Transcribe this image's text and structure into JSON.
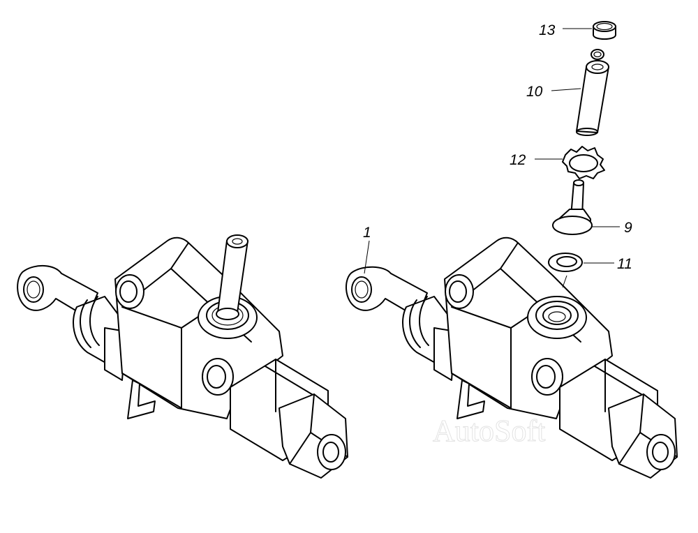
{
  "watermark": "AutoSoft",
  "callouts": {
    "c1": "1",
    "c9": "9",
    "c10": "10",
    "c11": "11",
    "c12": "12",
    "c13": "13"
  },
  "icons": [
    "master-cylinder-assembled",
    "master-cylinder-housing",
    "cap",
    "pushrod-tube",
    "lock-ring",
    "valve-stem",
    "washer"
  ]
}
